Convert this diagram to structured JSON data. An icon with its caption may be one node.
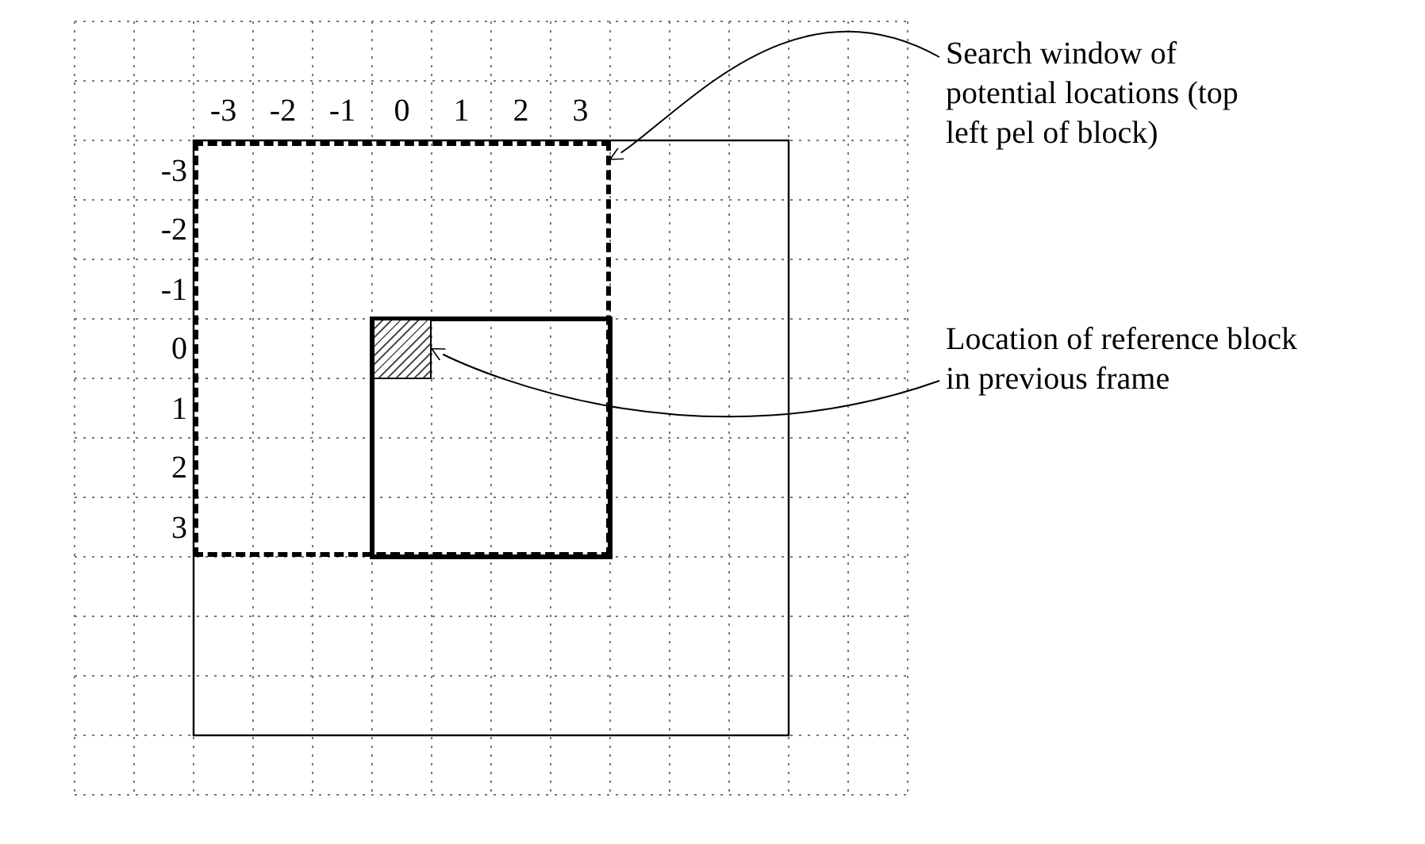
{
  "diagram": {
    "nodes": [
      {
        "text": [
          "Search window of potential locations (top left pel of block)"
        ]
      },
      {
        "text": [],
        "shape": "box"
      },
      {
        "text": [
          "Location of reference block in previous frame"
        ]
      },
      {
        "text": [],
        "shape": "box",
        "in": 1
      }
    ],
    "edges": [
      {
        "from": 0,
        "to": 1,
        "arrow": "to"
      },
      {
        "from": 2,
        "to": 3,
        "arrow": "to"
      }
    ],
    "labels": [
      "-3",
      "-2",
      "-1",
      "0",
      "1",
      "2",
      "3",
      "-3",
      "-2",
      "-1",
      "0",
      "1",
      "2",
      "3"
    ]
  }
}
